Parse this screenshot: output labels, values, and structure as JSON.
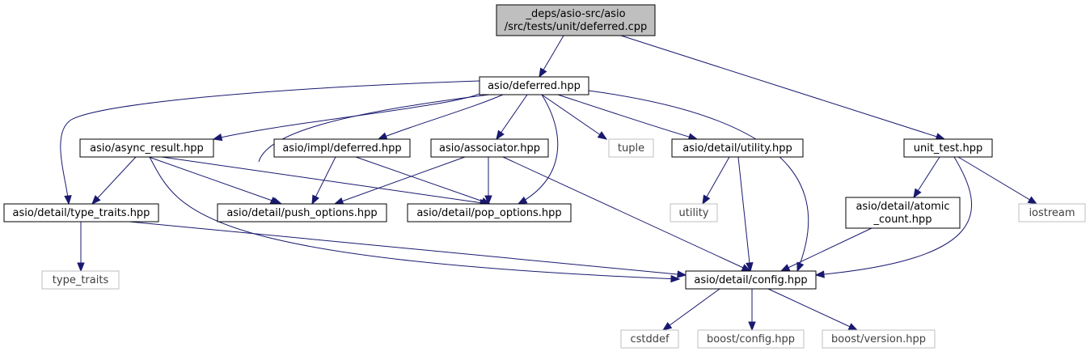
{
  "graph": {
    "nodes": [
      {
        "id": "root",
        "kind": "root",
        "lines": [
          "_deps/asio-src/asio",
          "/src/tests/unit/deferred.cpp"
        ]
      },
      {
        "id": "deferred",
        "kind": "file",
        "lines": [
          "asio/deferred.hpp"
        ]
      },
      {
        "id": "unit_test",
        "kind": "file",
        "lines": [
          "unit_test.hpp"
        ]
      },
      {
        "id": "async_result",
        "kind": "file",
        "lines": [
          "asio/async_result.hpp"
        ]
      },
      {
        "id": "impl_deferred",
        "kind": "file",
        "lines": [
          "asio/impl/deferred.hpp"
        ]
      },
      {
        "id": "associator",
        "kind": "file",
        "lines": [
          "asio/associator.hpp"
        ]
      },
      {
        "id": "tuple",
        "kind": "system",
        "lines": [
          "tuple"
        ]
      },
      {
        "id": "utility_hpp",
        "kind": "file",
        "lines": [
          "asio/detail/utility.hpp"
        ]
      },
      {
        "id": "type_traits_hpp",
        "kind": "file",
        "lines": [
          "asio/detail/type_traits.hpp"
        ]
      },
      {
        "id": "push_options",
        "kind": "file",
        "lines": [
          "asio/detail/push_options.hpp"
        ]
      },
      {
        "id": "pop_options",
        "kind": "file",
        "lines": [
          "asio/detail/pop_options.hpp"
        ]
      },
      {
        "id": "utility",
        "kind": "system",
        "lines": [
          "utility"
        ]
      },
      {
        "id": "atomic_count",
        "kind": "file",
        "lines": [
          "asio/detail/atomic",
          "_count.hpp"
        ]
      },
      {
        "id": "iostream",
        "kind": "system",
        "lines": [
          "iostream"
        ]
      },
      {
        "id": "type_traits",
        "kind": "system",
        "lines": [
          "type_traits"
        ]
      },
      {
        "id": "config",
        "kind": "file",
        "lines": [
          "asio/detail/config.hpp"
        ]
      },
      {
        "id": "cstddef",
        "kind": "system",
        "lines": [
          "cstddef"
        ]
      },
      {
        "id": "boost_config",
        "kind": "system",
        "lines": [
          "boost/config.hpp"
        ]
      },
      {
        "id": "boost_version",
        "kind": "system",
        "lines": [
          "boost/version.hpp"
        ]
      }
    ],
    "edges": [
      {
        "from": "root",
        "to": "deferred"
      },
      {
        "from": "root",
        "to": "unit_test"
      },
      {
        "from": "deferred",
        "to": "async_result"
      },
      {
        "from": "deferred",
        "to": "impl_deferred"
      },
      {
        "from": "deferred",
        "to": "associator"
      },
      {
        "from": "deferred",
        "to": "tuple"
      },
      {
        "from": "deferred",
        "to": "utility_hpp"
      },
      {
        "from": "deferred",
        "to": "type_traits_hpp"
      },
      {
        "from": "deferred",
        "to": "push_options"
      },
      {
        "from": "deferred",
        "to": "pop_options"
      },
      {
        "from": "deferred",
        "to": "config"
      },
      {
        "from": "async_result",
        "to": "type_traits_hpp"
      },
      {
        "from": "async_result",
        "to": "push_options"
      },
      {
        "from": "async_result",
        "to": "pop_options"
      },
      {
        "from": "async_result",
        "to": "config"
      },
      {
        "from": "impl_deferred",
        "to": "push_options"
      },
      {
        "from": "impl_deferred",
        "to": "pop_options"
      },
      {
        "from": "associator",
        "to": "push_options"
      },
      {
        "from": "associator",
        "to": "pop_options"
      },
      {
        "from": "associator",
        "to": "config"
      },
      {
        "from": "utility_hpp",
        "to": "utility"
      },
      {
        "from": "utility_hpp",
        "to": "config"
      },
      {
        "from": "type_traits_hpp",
        "to": "type_traits"
      },
      {
        "from": "type_traits_hpp",
        "to": "config"
      },
      {
        "from": "unit_test",
        "to": "atomic_count"
      },
      {
        "from": "unit_test",
        "to": "iostream"
      },
      {
        "from": "unit_test",
        "to": "config"
      },
      {
        "from": "atomic_count",
        "to": "config"
      },
      {
        "from": "config",
        "to": "cstddef"
      },
      {
        "from": "config",
        "to": "boost_config"
      },
      {
        "from": "config",
        "to": "boost_version"
      }
    ]
  },
  "colors": {
    "edge": "#191970",
    "root_fill": "#bfbfbf",
    "file_border": "#000000",
    "system_border": "#bfbfbf",
    "system_text": "#404040"
  }
}
